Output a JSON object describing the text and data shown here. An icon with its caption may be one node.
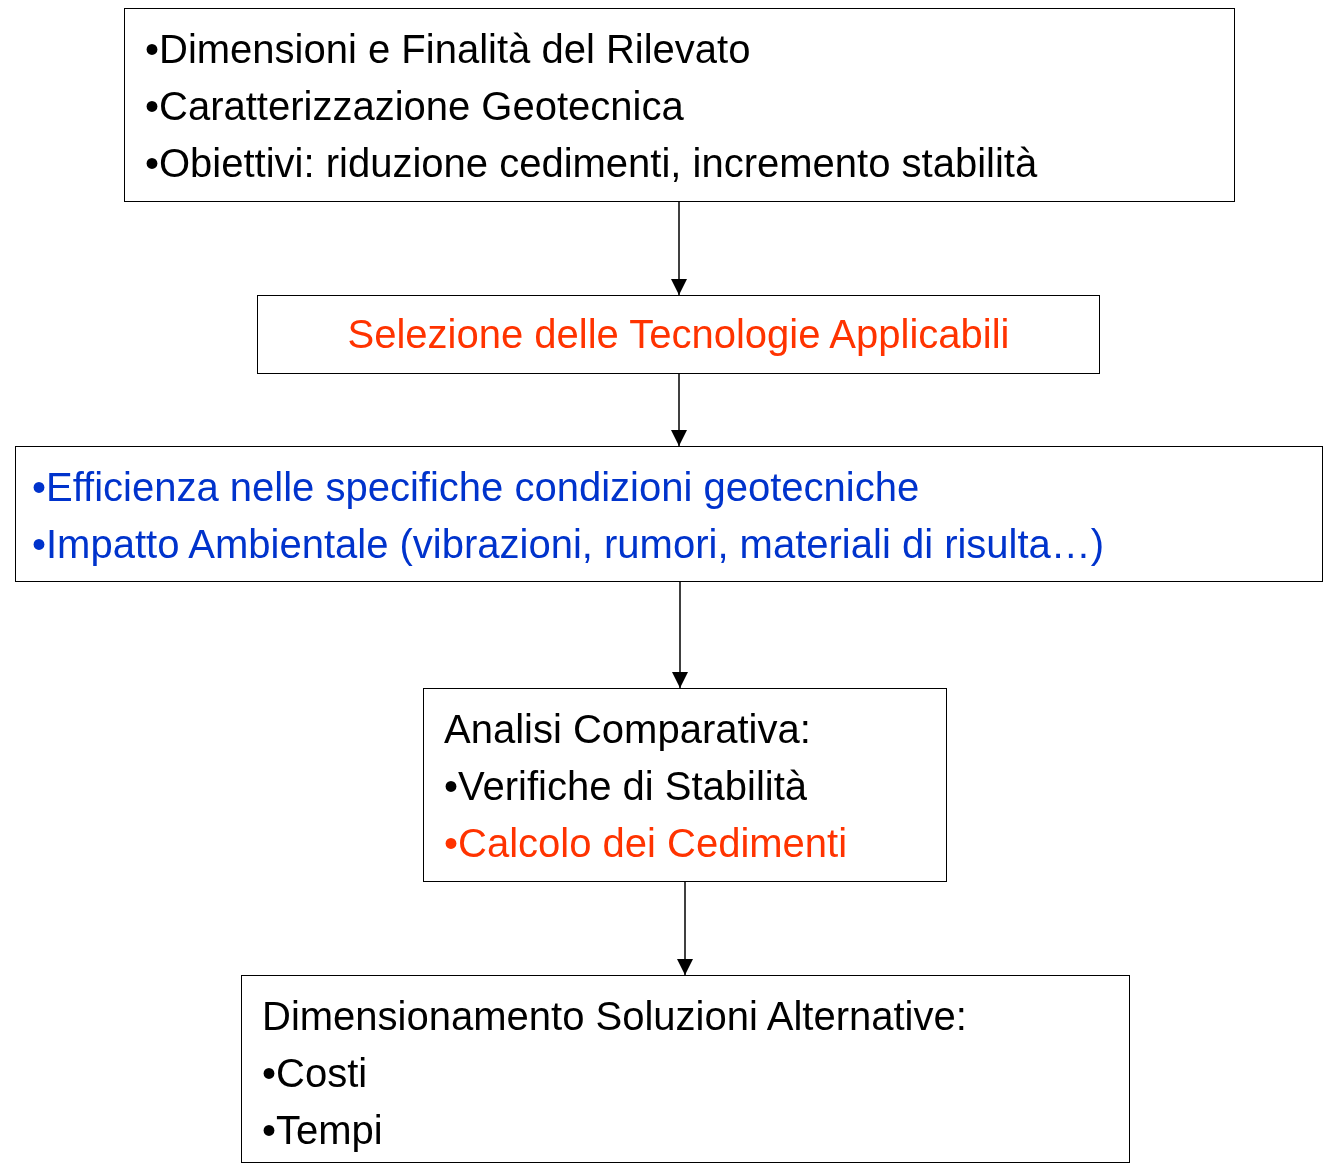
{
  "diagram": {
    "nodes": [
      {
        "text": [
          "•Dimensioni e Finalità del Rilevato",
          "•Caratterizzazione Geotecnica",
          "•Obiettivi: riduzione cedimenti, incremento stabilità"
        ]
      },
      {
        "text": [
          "Selezione delle Tecnologie Applicabili"
        ]
      },
      {
        "text": [
          "•Efficienza nelle specifiche condizioni geotecniche",
          "•Impatto Ambientale (vibrazioni, rumori, materiali di risulta…)"
        ]
      },
      {
        "text": [
          "Analisi Comparativa:",
          "•Verifiche di Stabilità",
          "•Calcolo dei Cedimenti"
        ]
      },
      {
        "text": [
          "Dimensionamento Soluzioni Alternative:",
          "•Costi",
          "•Tempi"
        ]
      }
    ],
    "edges": [
      {
        "from": 0,
        "to": 1,
        "arrow": "to"
      },
      {
        "from": 1,
        "to": 2,
        "arrow": "to"
      },
      {
        "from": 2,
        "to": 3,
        "arrow": "to"
      },
      {
        "from": 3,
        "to": 4,
        "arrow": "to"
      }
    ]
  }
}
